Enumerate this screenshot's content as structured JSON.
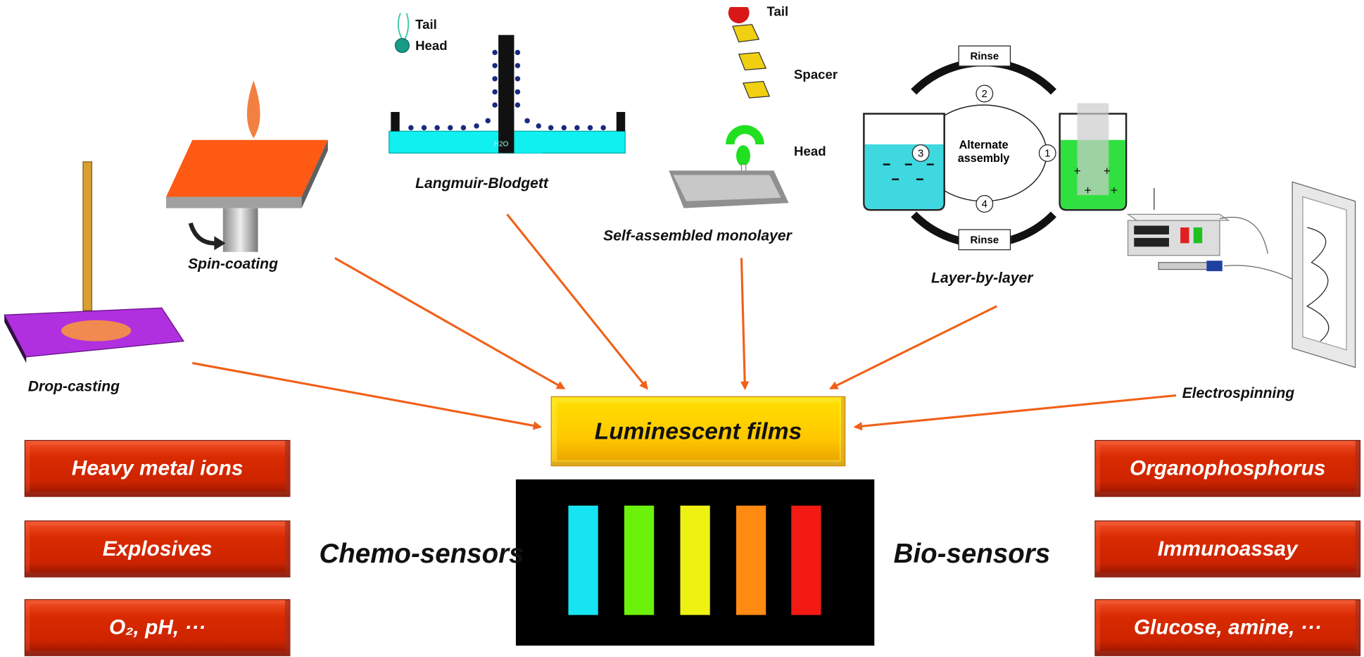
{
  "methods": {
    "drop_casting": "Drop-casting",
    "spin_coating": "Spin-coating",
    "langmuir_blodgett": {
      "label": "Langmuir-Blodgett",
      "tail": "Tail",
      "head": "Head",
      "water": "H2O"
    },
    "sam": {
      "label": "Self-assembled monolayer",
      "tail": "Tail",
      "spacer": "Spacer",
      "head": "Head"
    },
    "layer_by_layer": {
      "label": "Layer-by-layer",
      "rinse_top": "Rinse",
      "rinse_bottom": "Rinse",
      "center": "Alternate assembly",
      "steps": [
        "1",
        "2",
        "3",
        "4"
      ]
    },
    "electrospinning": "Electrospinning"
  },
  "center": {
    "title": "Luminescent films",
    "film_colors": [
      "#16e4f2",
      "#6cf20a",
      "#eef212",
      "#ff8a12",
      "#f21a12"
    ]
  },
  "chemo": {
    "title": "Chemo-sensors",
    "items": [
      "Heavy metal ions",
      "Explosives",
      "O₂, pH, ···"
    ]
  },
  "bio": {
    "title": "Bio-sensors",
    "items": [
      "Organophosphorus",
      "Immunoassay",
      "Glucose, amine, ···"
    ]
  },
  "colors": {
    "arrow": "#f06018",
    "sensor_box": "#d92a00",
    "film_box": "#ffc800"
  }
}
